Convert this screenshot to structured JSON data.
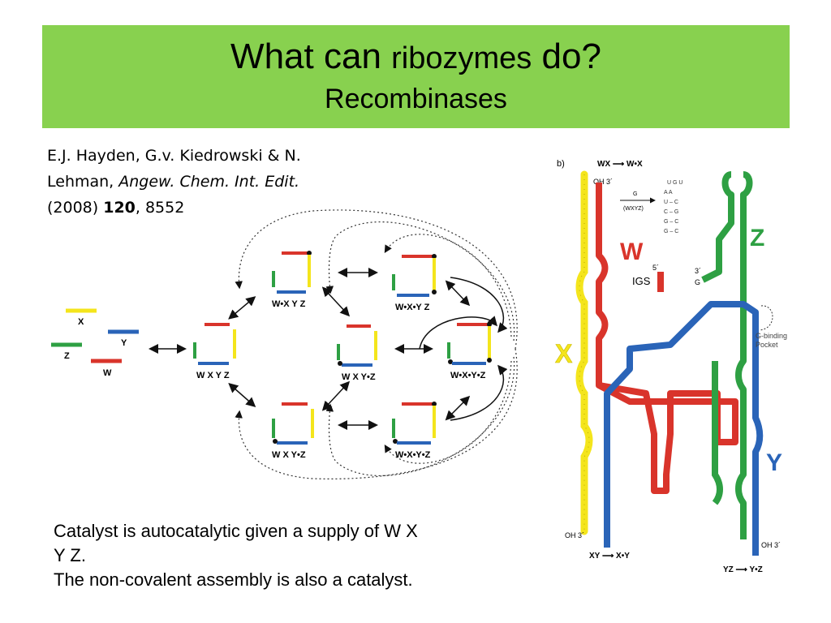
{
  "slide": {
    "title_prefix": "What can ",
    "title_word": "ribozymes",
    "title_suffix": " do?",
    "subtitle": "Recombinases"
  },
  "citation": {
    "line1": "E.J. Hayden, G.v. Kiedrowski & N.",
    "line2a": "Lehman, ",
    "journal": "Angew. Chem. Int. Edit.",
    "line3a": "(2008) ",
    "volume": "120",
    "line3b": ", 8552"
  },
  "caption": {
    "line1": "Catalyst is autocatalytic given a supply of  W X",
    "line2": "Y Z.",
    "line3": "The non-covalent assembly is also a catalyst."
  },
  "network": {
    "fragments": {
      "x": "X",
      "y": "Y",
      "z": "Z",
      "w": "W"
    },
    "labels": {
      "wxyz": "W X Y Z",
      "w_xyz": "W•X Y Z",
      "wx_yz": "W•X•Y Z",
      "wx_y_z": "W X Y•Z",
      "w_x_y_z": "W•X•Y•Z",
      "wxy_z": "W X Y•Z",
      "w_xy_z": "W•X•Y•Z"
    }
  },
  "structure": {
    "panel_label": "b)",
    "top_reaction": "WX ⟶ W•X",
    "oh3_top": "OH 3´",
    "wxyz_small": "(WXYZ)",
    "g_label": "G",
    "big_w": "W",
    "big_z": "Z",
    "big_x": "X",
    "big_y": "Y",
    "igs": "IGS",
    "five_prime": "5´",
    "three_prime_z": "3´",
    "g_pocket": "G-binding",
    "pocket": "Pocket",
    "oh3_left": "OH 3´",
    "oh3_right": "OH 3´",
    "bottom_left": "XY ⟶ X•Y",
    "bottom_right": "YZ ⟶ Y•Z"
  },
  "colors": {
    "title_band": "#88d14f",
    "red": "#d9342b",
    "yellow": "#f4e51c",
    "blue": "#2a64b8",
    "green": "#2ea043"
  }
}
